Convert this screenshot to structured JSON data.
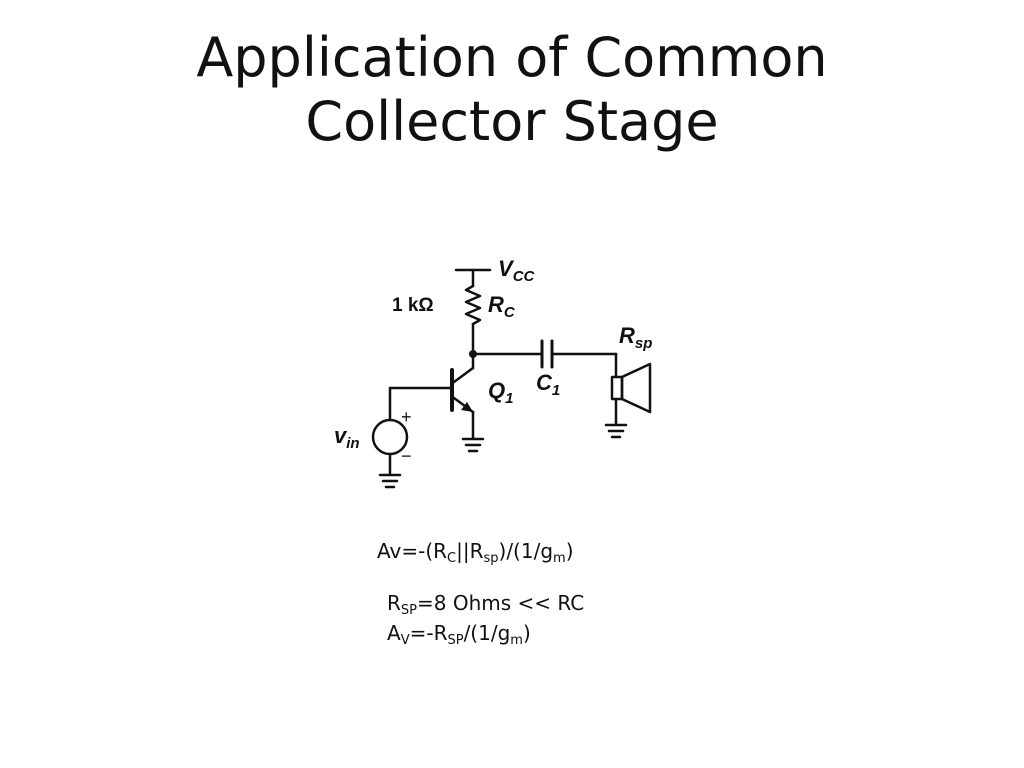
{
  "slide": {
    "title_line1": "Application of Common",
    "title_line2": "Collector Stage"
  },
  "circuit": {
    "vcc_label": "V",
    "vcc_sub": "CC",
    "rc_value": "1 kΩ",
    "rc_label": "R",
    "rc_sub": "C",
    "rsp_label": "R",
    "rsp_sub": "sp",
    "c1_label": "C",
    "c1_sub": "1",
    "q1_label": "Q",
    "q1_sub": "1",
    "vin_label": "v",
    "vin_sub": "in",
    "plus_sign": "+",
    "minus_sign": "−"
  },
  "equations": {
    "eq1": {
      "a": "Av=-(R",
      "b": "C",
      "c": "||R",
      "d": "sp",
      "e": ")/(1/g",
      "f": "m",
      "g": ")"
    },
    "eq2": {
      "a": "R",
      "b": "SP",
      "c": "=8 Ohms << RC"
    },
    "eq3": {
      "a": "A",
      "b": "V",
      "c": "=-R",
      "d": "SP",
      "e": "/(1/g",
      "f": "m",
      "g": ")"
    }
  }
}
